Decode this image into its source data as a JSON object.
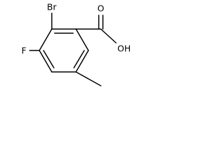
{
  "molecule": {
    "atoms": {
      "bromine": "Br",
      "fluorine": "F",
      "carbonyl_oxygen": "O",
      "hydroxyl": "OH"
    }
  }
}
